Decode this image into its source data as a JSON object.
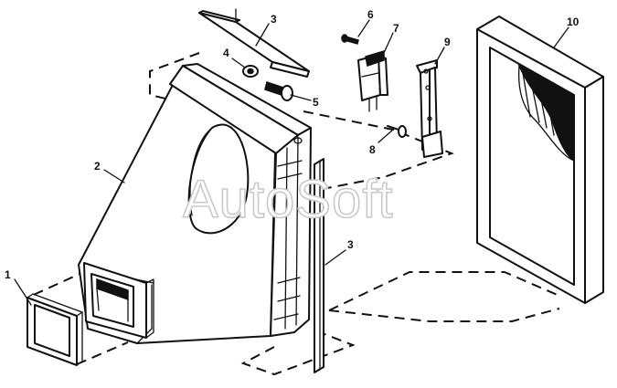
{
  "watermark": "AutoSoft",
  "callouts": {
    "c1": "1",
    "c2": "2",
    "c3a": "3",
    "c3b": "3",
    "c4": "4",
    "c5": "5",
    "c6": "6",
    "c7": "7",
    "c8": "8",
    "c9": "9",
    "c10": "10"
  }
}
